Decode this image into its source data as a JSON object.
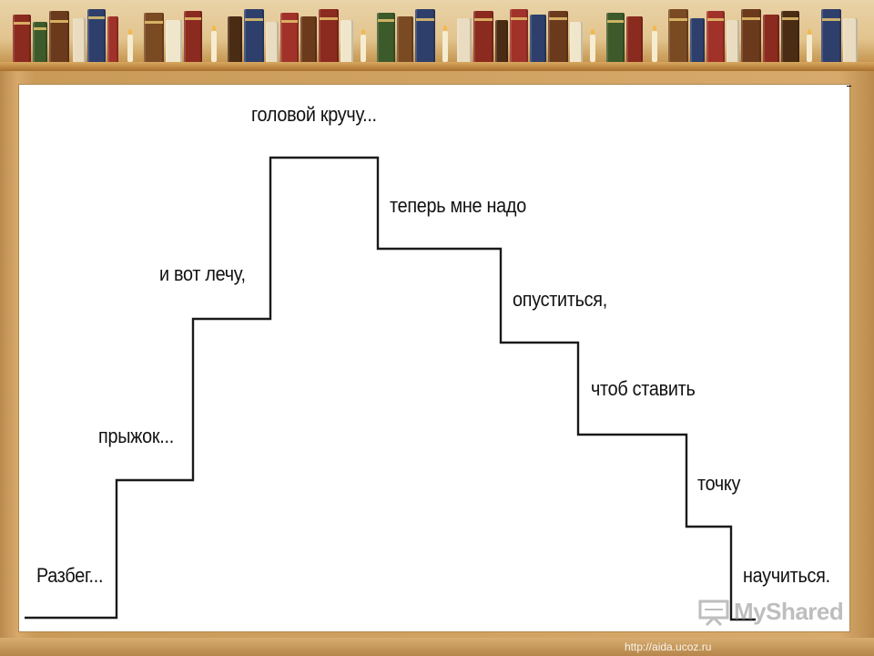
{
  "slide": {
    "steps": [
      {
        "label": "Разбег..."
      },
      {
        "label": "прыжок..."
      },
      {
        "label": "и вот лечу,"
      },
      {
        "label": "головой кручу..."
      },
      {
        "label": "теперь мне надо"
      },
      {
        "label": "опуститься,"
      },
      {
        "label": "чтоб ставить"
      },
      {
        "label": "точку"
      },
      {
        "label": "научиться."
      }
    ]
  },
  "watermark": {
    "text": "MyShared",
    "icon": "presentation-board-icon"
  },
  "footer": {
    "url": "http://aida.ucoz.ru"
  },
  "colors": {
    "line": "#1a1a1a",
    "board": "#ffffff",
    "frame": "#c99a58",
    "shelf": "#e2c48e"
  }
}
